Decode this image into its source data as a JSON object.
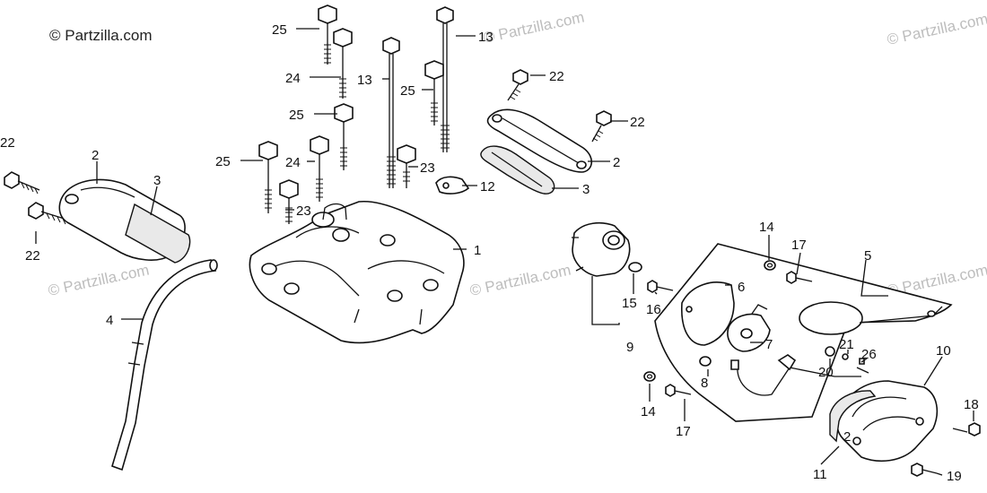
{
  "watermark": {
    "main": "© Partzilla.com",
    "faint": "© Partzilla.com"
  },
  "callouts": [
    {
      "id": "c25a",
      "text": "25"
    },
    {
      "id": "c13a",
      "text": "13"
    },
    {
      "id": "c24a",
      "text": "24"
    },
    {
      "id": "c13b",
      "text": "13"
    },
    {
      "id": "c25b",
      "text": "25"
    },
    {
      "id": "c22a",
      "text": "22"
    },
    {
      "id": "c25c",
      "text": "25"
    },
    {
      "id": "c22b",
      "text": "22"
    },
    {
      "id": "c22c",
      "text": "22"
    },
    {
      "id": "c2a",
      "text": "2"
    },
    {
      "id": "c3a",
      "text": "3"
    },
    {
      "id": "c25d",
      "text": "25"
    },
    {
      "id": "c24b",
      "text": "24"
    },
    {
      "id": "c23a",
      "text": "23"
    },
    {
      "id": "c2b",
      "text": "2"
    },
    {
      "id": "c12",
      "text": "12"
    },
    {
      "id": "c3b",
      "text": "3"
    },
    {
      "id": "c23b",
      "text": "23"
    },
    {
      "id": "c22d",
      "text": "22"
    },
    {
      "id": "c1",
      "text": "1"
    },
    {
      "id": "c14a",
      "text": "14"
    },
    {
      "id": "c17a",
      "text": "17"
    },
    {
      "id": "c5",
      "text": "5"
    },
    {
      "id": "c4",
      "text": "4"
    },
    {
      "id": "c6",
      "text": "6"
    },
    {
      "id": "c15",
      "text": "15"
    },
    {
      "id": "c16",
      "text": "16"
    },
    {
      "id": "c9",
      "text": "9"
    },
    {
      "id": "c7",
      "text": "7"
    },
    {
      "id": "c21",
      "text": "21"
    },
    {
      "id": "c26",
      "text": "26"
    },
    {
      "id": "c10",
      "text": "10"
    },
    {
      "id": "c20",
      "text": "20"
    },
    {
      "id": "c8",
      "text": "8"
    },
    {
      "id": "c14b",
      "text": "14"
    },
    {
      "id": "c18",
      "text": "18"
    },
    {
      "id": "c17b",
      "text": "17"
    },
    {
      "id": "c2c",
      "text": "2"
    },
    {
      "id": "c11",
      "text": "11"
    },
    {
      "id": "c19",
      "text": "19"
    }
  ]
}
